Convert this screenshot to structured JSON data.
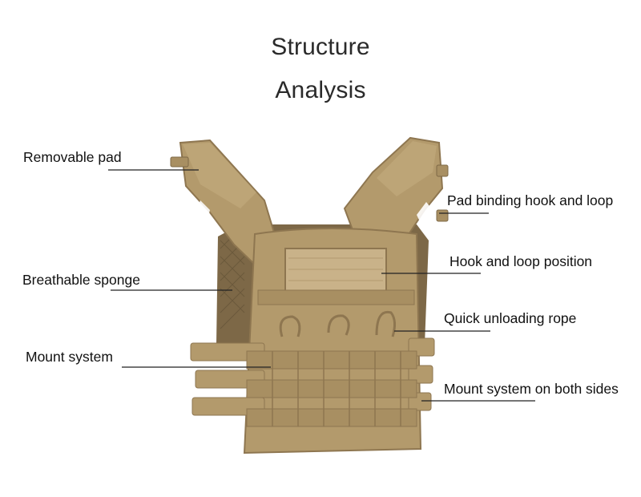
{
  "title": {
    "line1": "Structure",
    "line2": "Analysis"
  },
  "labels": {
    "removable_pad": "Removable pad",
    "breathable_sponge": "Breathable sponge",
    "mount_system": "Mount system",
    "pad_binding": "Pad binding hook and loop",
    "hook_loop_position": "Hook and loop position",
    "quick_unloading_rope": "Quick unloading rope",
    "mount_both_sides": "Mount system on both sides"
  },
  "colors": {
    "coyote_main": "#b39a6c",
    "coyote_dark": "#8e7650",
    "coyote_light": "#c9b289",
    "leader_line": "#222222"
  }
}
